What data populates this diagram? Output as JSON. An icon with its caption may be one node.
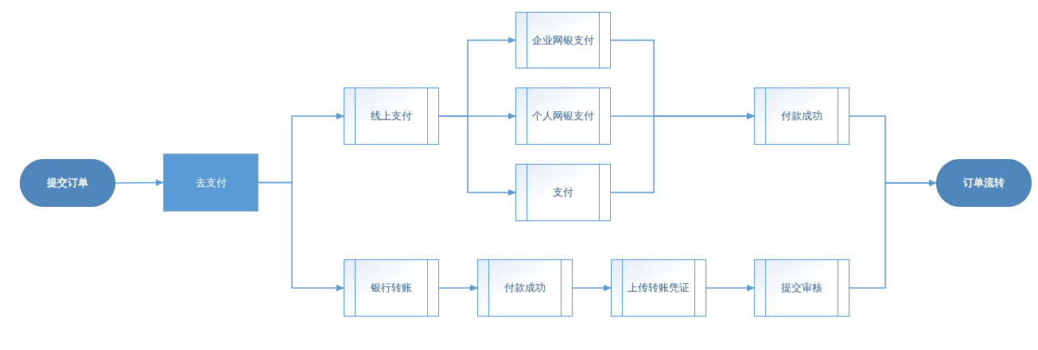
{
  "diagram": {
    "nodes": [
      {
        "text": [
          "提交订单"
        ]
      },
      {
        "text": [
          "去支付"
        ]
      },
      {
        "text": [
          "线上支付"
        ]
      },
      {
        "text": [
          "企业网银支付"
        ]
      },
      {
        "text": [
          "个人网银支付"
        ]
      },
      {
        "text": [
          "支付"
        ]
      },
      {
        "text": [
          "付款成功"
        ]
      },
      {
        "text": [
          "订单流转"
        ]
      },
      {
        "text": [
          "银行转账"
        ]
      },
      {
        "text": [
          "付款成功"
        ]
      },
      {
        "text": [
          "上传转账凭证"
        ]
      },
      {
        "text": [
          "提交审核"
        ]
      }
    ],
    "edges": [
      {
        "from": 0,
        "to": 1,
        "arrow": "to"
      },
      {
        "from": 1,
        "to": 2,
        "arrow": "to"
      },
      {
        "from": 1,
        "to": 8,
        "arrow": "to"
      },
      {
        "from": 2,
        "to": 3,
        "arrow": "to"
      },
      {
        "from": 2,
        "to": 4,
        "arrow": "to"
      },
      {
        "from": 2,
        "to": 5,
        "arrow": "to"
      },
      {
        "from": 3,
        "to": 6,
        "arrow": "to"
      },
      {
        "from": 4,
        "to": 6,
        "arrow": "to"
      },
      {
        "from": 5,
        "to": 6,
        "arrow": "to"
      },
      {
        "from": 6,
        "to": 7,
        "arrow": "to"
      },
      {
        "from": 8,
        "to": 9,
        "arrow": "to"
      },
      {
        "from": 9,
        "to": 10,
        "arrow": "to"
      },
      {
        "from": 10,
        "to": 11,
        "arrow": "to"
      },
      {
        "from": 11,
        "to": 7,
        "arrow": "to"
      }
    ]
  }
}
